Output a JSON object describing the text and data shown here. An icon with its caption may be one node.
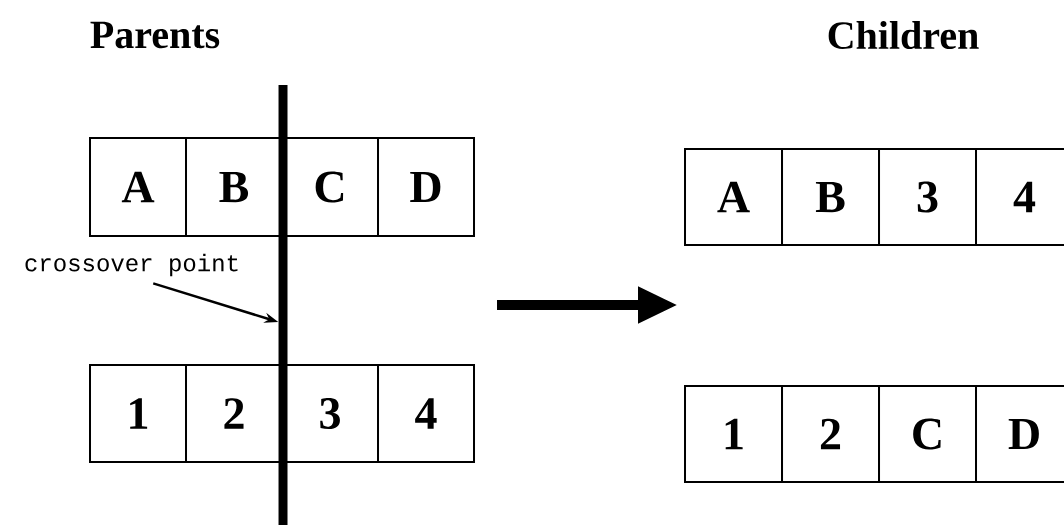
{
  "diagram": {
    "nodes": [
      {
        "text": [
          "A"
        ]
      },
      {
        "text": [
          "B"
        ]
      },
      {
        "text": [
          "C"
        ]
      },
      {
        "text": [
          "D"
        ]
      },
      {
        "text": [
          "1"
        ]
      },
      {
        "text": [
          "2"
        ]
      },
      {
        "text": [
          "3"
        ]
      },
      {
        "text": [
          "4"
        ]
      },
      {
        "text": [
          "A"
        ]
      },
      {
        "text": [
          "B"
        ]
      },
      {
        "text": [
          "3"
        ]
      },
      {
        "text": [
          "4"
        ]
      },
      {
        "text": [
          "1"
        ]
      },
      {
        "text": [
          "2"
        ]
      },
      {
        "text": [
          "C"
        ]
      },
      {
        "text": [
          "D"
        ]
      },
      {
        "text": [
          "crossover point"
        ]
      },
      {
        "text": [],
        "shape": "bar"
      }
    ],
    "edges": [
      {
        "from": 16,
        "to": 17,
        "arrow": "to"
      }
    ],
    "labels": [
      "Parents",
      "Children"
    ]
  }
}
